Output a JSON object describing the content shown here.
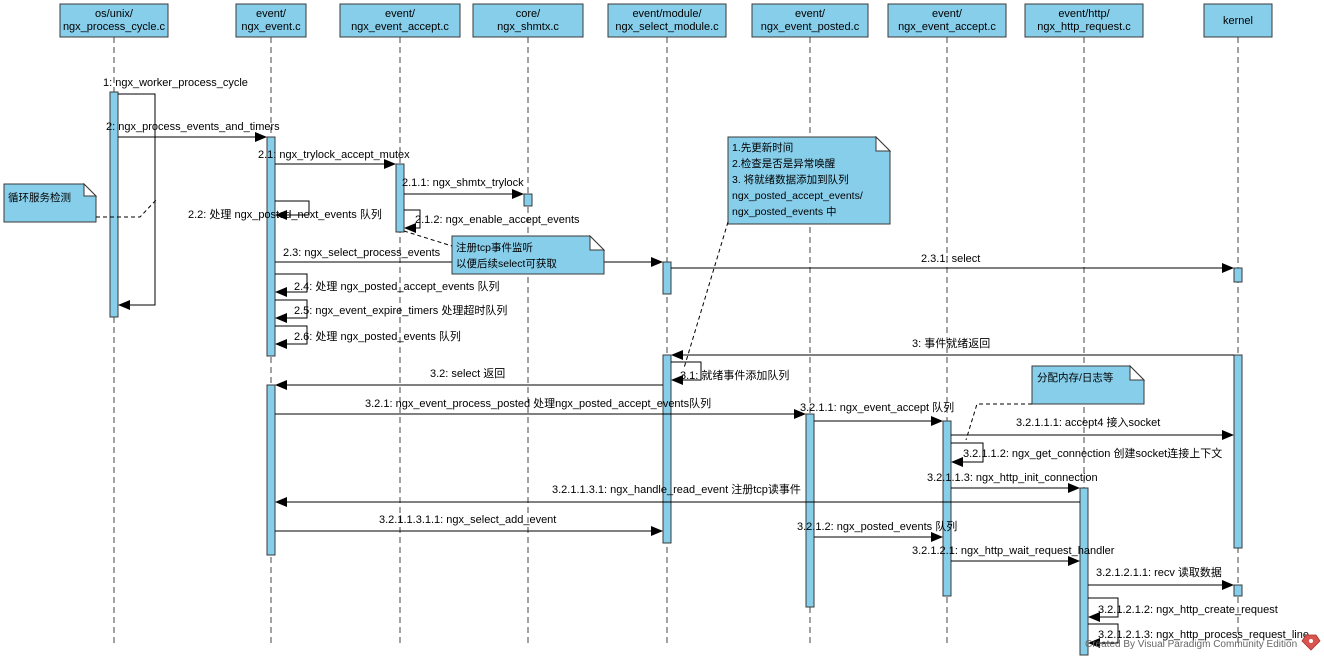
{
  "lifelines": [
    {
      "id": "cycle",
      "line1": "os/unix/",
      "line2": "ngx_process_cycle.c"
    },
    {
      "id": "event",
      "line1": "event/",
      "line2": "ngx_event.c"
    },
    {
      "id": "accept1",
      "line1": "event/",
      "line2": "ngx_event_accept.c"
    },
    {
      "id": "shmtx",
      "line1": "core/",
      "line2": "ngx_shmtx.c"
    },
    {
      "id": "select",
      "line1": "event/module/",
      "line2": "ngx_select_module.c"
    },
    {
      "id": "posted",
      "line1": "event/",
      "line2": "ngx_event_posted.c"
    },
    {
      "id": "accept2",
      "line1": "event/",
      "line2": "ngx_event_accept.c"
    },
    {
      "id": "http",
      "line1": "event/http/",
      "line2": "ngx_http_request.c"
    },
    {
      "id": "kernel",
      "line1": "kernel",
      "line2": ""
    }
  ],
  "messages": [
    "1: ngx_worker_process_cycle",
    "2: ngx_process_events_and_timers",
    "2.1: ngx_trylock_accept_mutex",
    "2.1.1: ngx_shmtx_trylock",
    "2.1.2: ngx_enable_accept_events",
    "2.2: 处理 ngx_posted_next_events 队列",
    "2.3: ngx_select_process_events",
    "2.3.1: select",
    "2.4: 处理 ngx_posted_accept_events 队列",
    "2.5: ngx_event_expire_timers 处理超时队列",
    "2.6: 处理 ngx_posted_events 队列",
    "3: 事件就绪返回",
    "3.1: 就绪事件添加队列",
    "3.2: select 返回",
    "3.2.1: ngx_event_process_posted 处理ngx_posted_accept_events队列",
    "3.2.1.1: ngx_event_accept 队列",
    "3.2.1.1.1: accept4 接入socket",
    "3.2.1.1.2: ngx_get_connection 创建socket连接上下文",
    "3.2.1.1.3: ngx_http_init_connection",
    "3.2.1.1.3.1: ngx_handle_read_event 注册tcp读事件",
    "3.2.1.1.3.1.1: ngx_select_add_event",
    "3.2.1.2: ngx_posted_events 队列",
    "3.2.1.2.1: ngx_http_wait_request_handler",
    "3.2.1.2.1.1: recv 读取数据",
    "3.2.1.2.1.2: ngx_http_create_request",
    "3.2.1.2.1.3: ngx_http_process_request_line"
  ],
  "notes": {
    "loop": "循环服务检测",
    "tcp": [
      "注册tcp事件监听",
      "以便后续select可获取"
    ],
    "update": [
      "1.先更新时间",
      "2.检查是否是异常唤醒",
      "3. 将就绪数据添加到队列",
      "ngx_posted_accept_events/",
      "ngx_posted_events 中"
    ],
    "alloc": "分配内存/日志等"
  },
  "watermark": "Created By  Visual Paradigm Community Edition",
  "colors": {
    "fill": "#87CEEB",
    "stroke": "#3a3a3a"
  }
}
